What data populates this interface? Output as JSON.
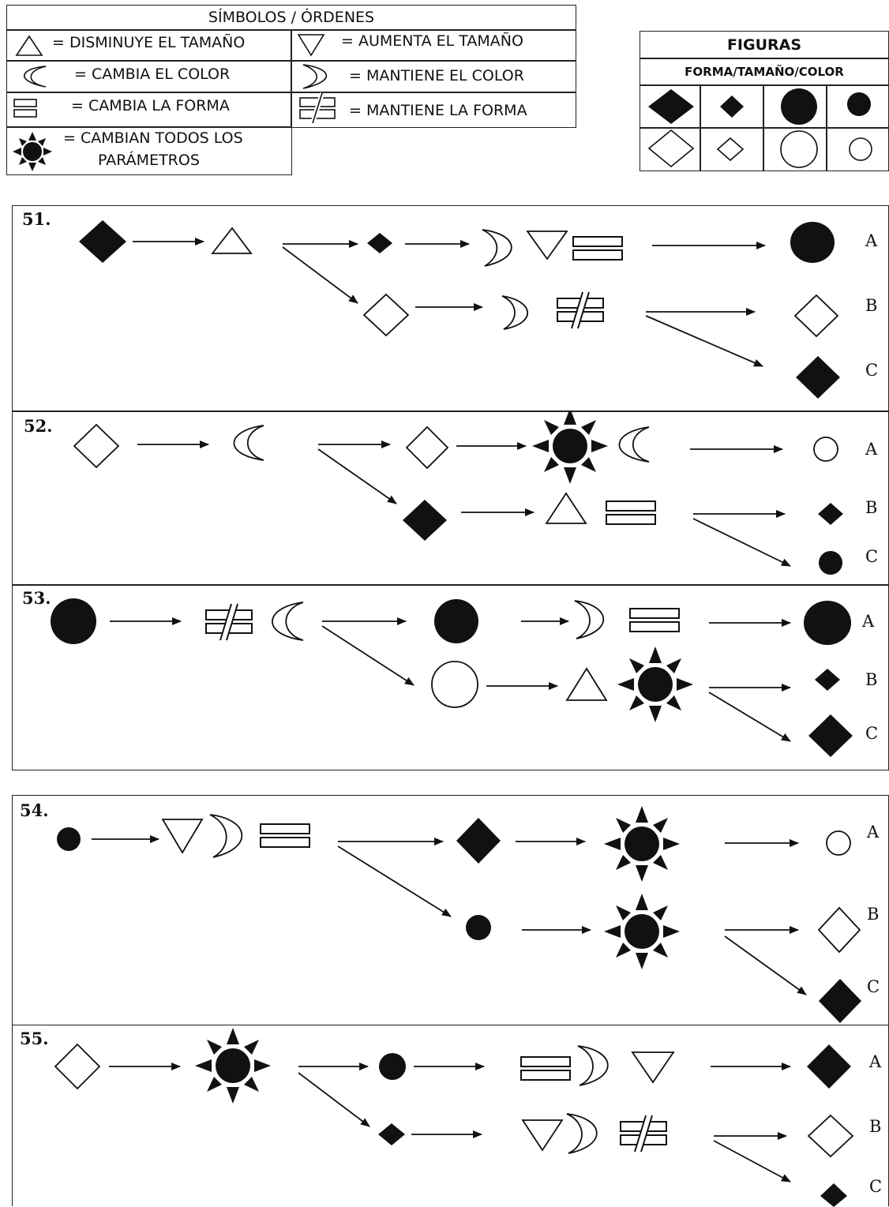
{
  "legend": {
    "title": "SÍMBOLOS / ÓRDENES",
    "decrease_size": "= DISMINUYE EL TAMAÑO",
    "increase_size": "= AUMENTA EL TAMAÑO",
    "change_color": "= CAMBIA EL COLOR",
    "keep_color": "= MANTIENE EL COLOR",
    "change_shape": "= CAMBIA LA FORMA",
    "keep_shape": "= MANTIENE LA FORMA",
    "change_all_line1": "= CAMBIAN TODOS LOS",
    "change_all_line2": "PARÁMETROS"
  },
  "figures_table": {
    "title": "FIGURAS",
    "subtitle": "FORMA/TAMAÑO/COLOR"
  },
  "questions": [
    {
      "number": "51.",
      "options": [
        "A",
        "B",
        "C"
      ]
    },
    {
      "number": "52.",
      "options": [
        "A",
        "B",
        "C"
      ]
    },
    {
      "number": "53.",
      "options": [
        "A",
        "B",
        "C"
      ]
    },
    {
      "number": "54.",
      "options": [
        "A",
        "B",
        "C"
      ]
    },
    {
      "number": "55.",
      "options": [
        "A",
        "B",
        "C"
      ]
    }
  ],
  "colors": {
    "ink": "#111111",
    "line": "#222222"
  }
}
